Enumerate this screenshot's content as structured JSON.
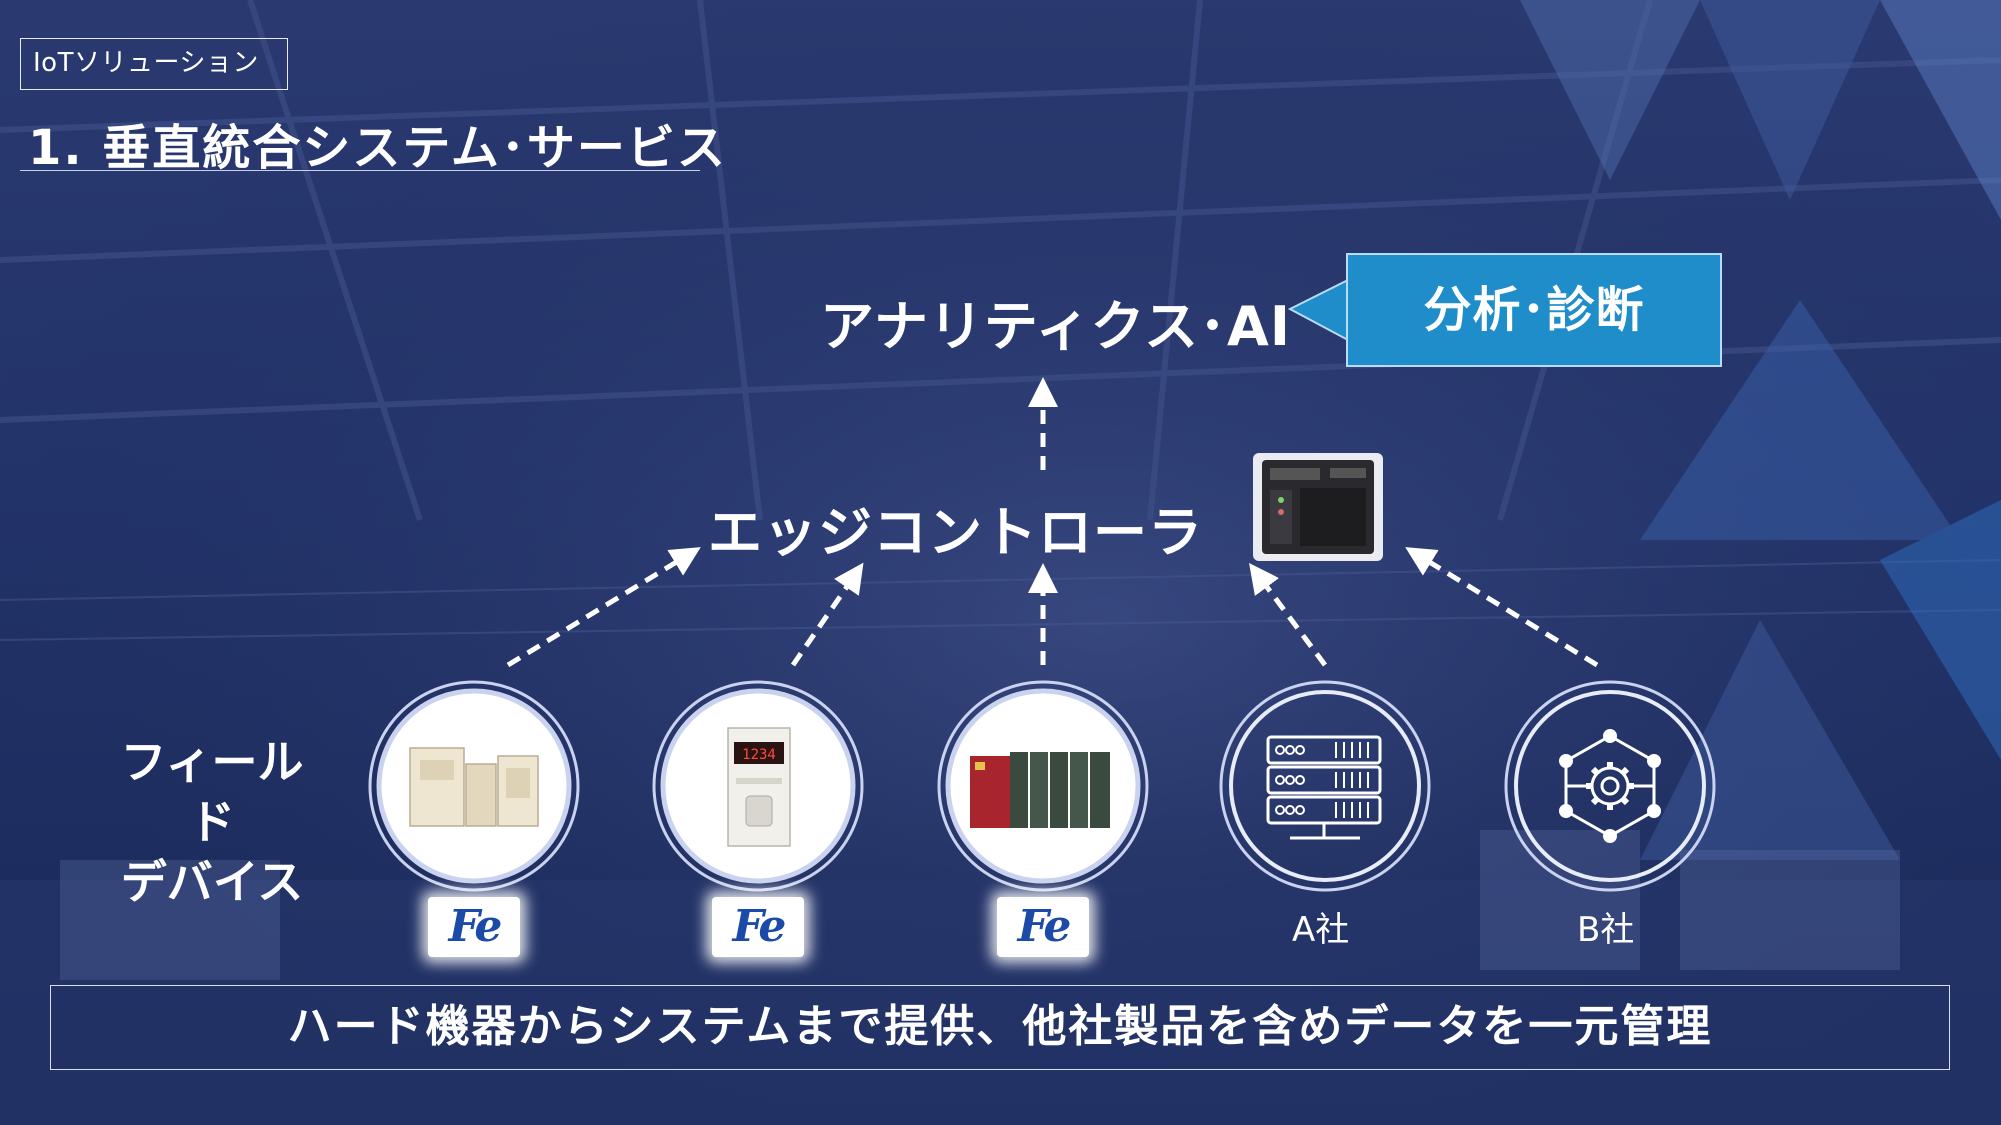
{
  "header": {
    "section_tag": "IoTソリューション",
    "title": "1. 垂直統合システム･サービス"
  },
  "diagram": {
    "top_label": "アナリティクス･AI",
    "callout": "分析･診断",
    "middle_label": "エッジコントローラ",
    "field_label_line1": "フィールド",
    "field_label_line2": "デバイス",
    "devices": [
      {
        "icon": "transformer-device-icon",
        "logo": "Fe"
      },
      {
        "icon": "temperature-controller-icon",
        "logo": "Fe"
      },
      {
        "icon": "plc-modules-icon",
        "logo": "Fe"
      },
      {
        "icon": "server-rack-icon",
        "label": "A社"
      },
      {
        "icon": "network-gear-icon",
        "label": "B社"
      }
    ]
  },
  "footer": {
    "message": "ハード機器からシステムまで提供、他社製品を含めデータを一元管理"
  },
  "colors": {
    "background": "#1c2b5e",
    "callout": "#1f8dc9",
    "circle_stroke": "#c9d2ee"
  }
}
